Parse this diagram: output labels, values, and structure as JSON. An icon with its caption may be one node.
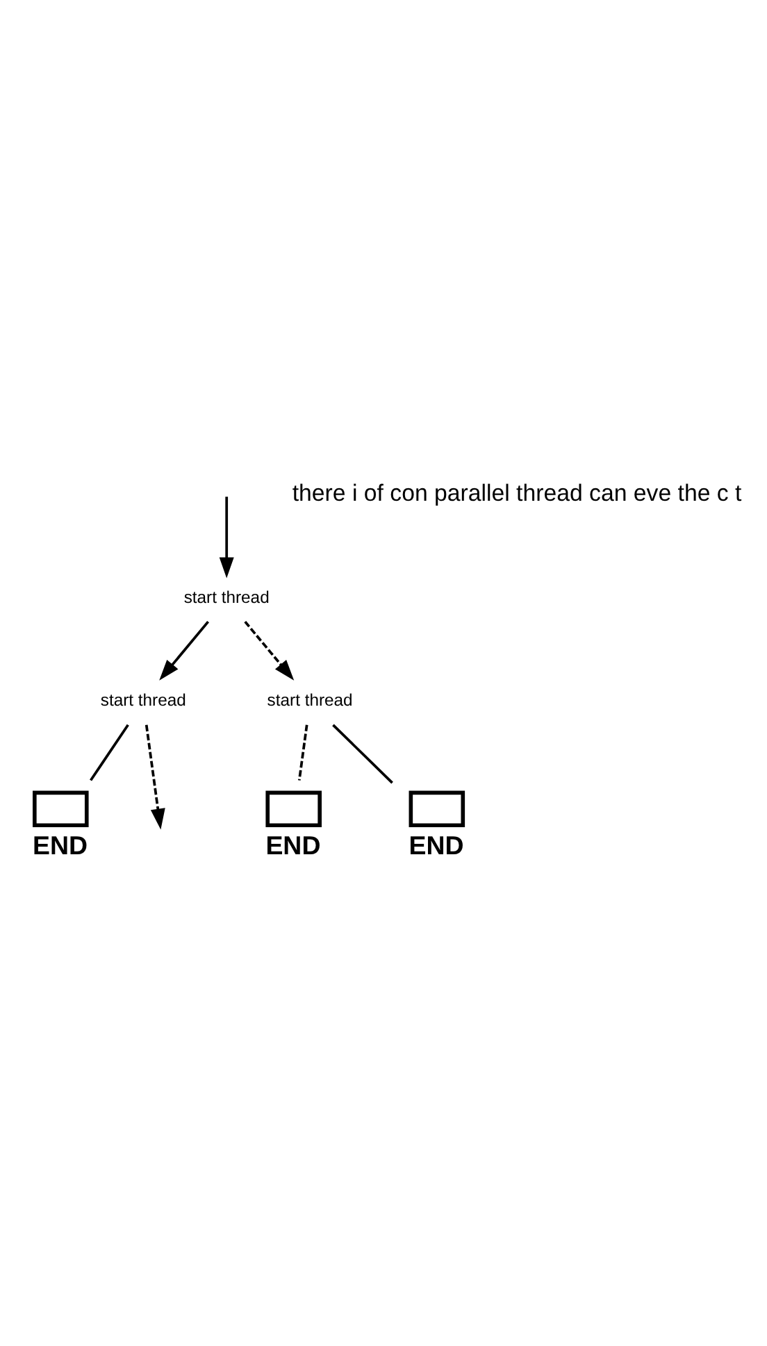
{
  "diagram": {
    "nodes": [
      {
        "text": [
          "start thread"
        ]
      },
      {
        "text": [
          "start thread"
        ]
      },
      {
        "text": [
          "start thread"
        ]
      },
      {
        "text": [
          "END"
        ]
      },
      {
        "text": [
          "END"
        ]
      },
      {
        "text": [
          "END"
        ]
      }
    ],
    "edges": [
      {
        "from": null,
        "to": 0,
        "arrow": "to"
      },
      {
        "from": 0,
        "to": 1,
        "arrow": "to"
      },
      {
        "from": 0,
        "to": 2,
        "arrow": "to",
        "style": "dashed"
      },
      {
        "from": 1,
        "to": 4,
        "arrow": "none"
      },
      {
        "from": 1,
        "to": null,
        "arrow": "to",
        "style": "dashed"
      },
      {
        "from": 2,
        "to": 5,
        "arrow": "none"
      },
      {
        "from": 2,
        "to": 3,
        "arrow": "none",
        "style": "dashed"
      }
    ],
    "labels": [
      "there i of con parallel thread can eve the c t"
    ]
  }
}
